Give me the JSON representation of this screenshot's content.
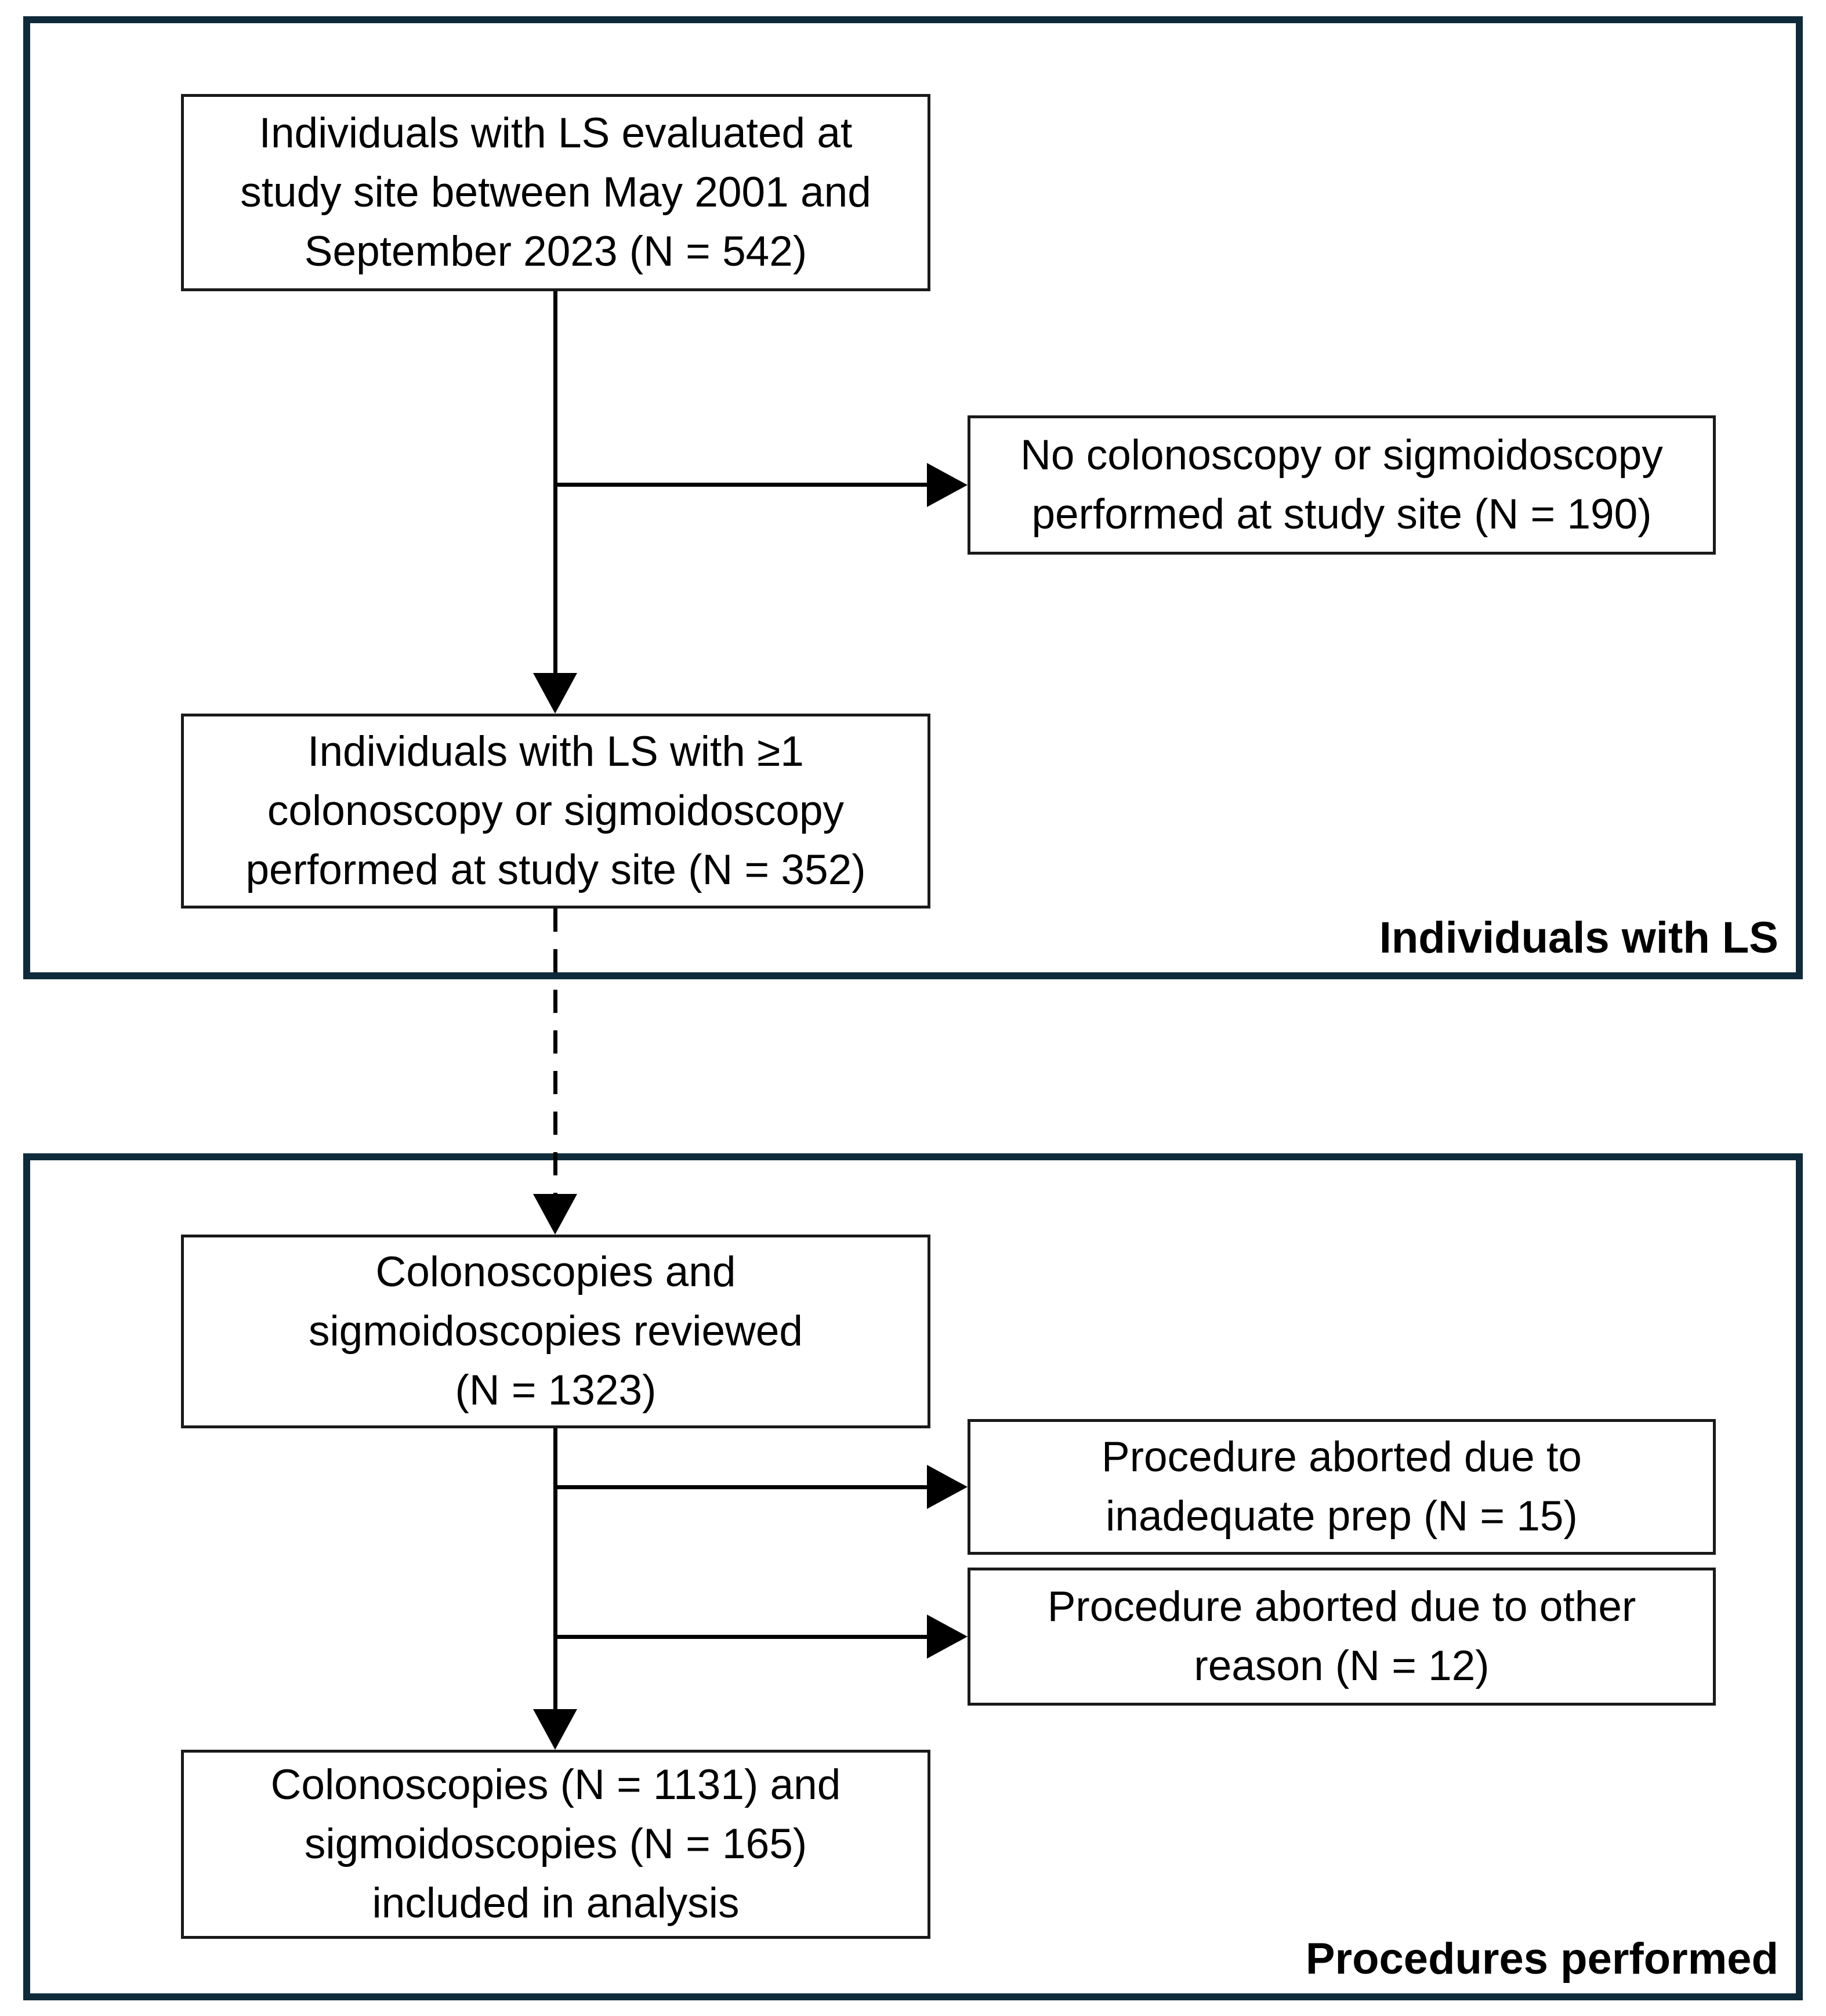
{
  "flow": {
    "sections": [
      {
        "label": "Individuals with LS",
        "boxes": [
          {
            "lines": [
              "Individuals with LS evaluated at",
              "study site between May 2001 and",
              "September 2023 (N = 542)"
            ]
          },
          {
            "lines": [
              "No colonoscopy or sigmoidoscopy",
              "performed at study site (N = 190)"
            ]
          },
          {
            "lines": [
              "Individuals with LS with ≥1",
              "colonoscopy or sigmoidoscopy",
              "performed at study site (N = 352)"
            ]
          }
        ]
      },
      {
        "label": "Procedures performed",
        "boxes": [
          {
            "lines": [
              "Colonoscopies and",
              "sigmoidoscopies reviewed",
              "(N = 1323)"
            ]
          },
          {
            "lines": [
              "Procedure aborted due to",
              "inadequate prep (N = 15)"
            ]
          },
          {
            "lines": [
              "Procedure aborted due to other",
              "reason (N = 12)"
            ]
          },
          {
            "lines": [
              "Colonoscopies (N = 1131) and",
              "sigmoidoscopies (N = 165)",
              "included in analysis"
            ]
          }
        ]
      }
    ],
    "colors": {
      "section_border": "#0f2b3b",
      "box_border": "#1a1a1a",
      "arrow": "#000000",
      "text": "#000000",
      "background": "#ffffff"
    }
  }
}
